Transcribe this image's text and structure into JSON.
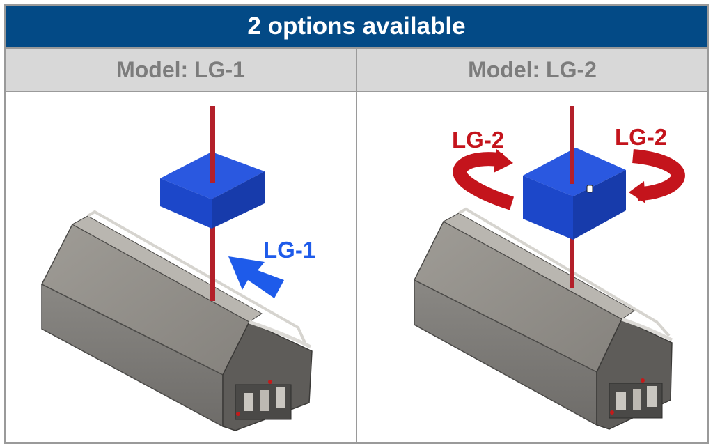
{
  "title": "2 options available",
  "options": [
    {
      "model_label": "Model: LG-1",
      "callout": "LG-1"
    },
    {
      "model_label": "Model: LG-2",
      "callout_left": "LG-2",
      "callout_right": "LG-2"
    }
  ],
  "colors": {
    "title_bg": "#034a86",
    "header_bg": "#d8d8d8",
    "cube_blue": "#1c47c9",
    "rod_red": "#b3202a",
    "arrow_blue": "#1e5bea",
    "arrow_red": "#c4141c",
    "machine_gray": "#7d7b78"
  },
  "icons": [
    "blue-straight-arrow-icon",
    "red-rotation-arrow-icon",
    "cursor-hand-icon"
  ]
}
